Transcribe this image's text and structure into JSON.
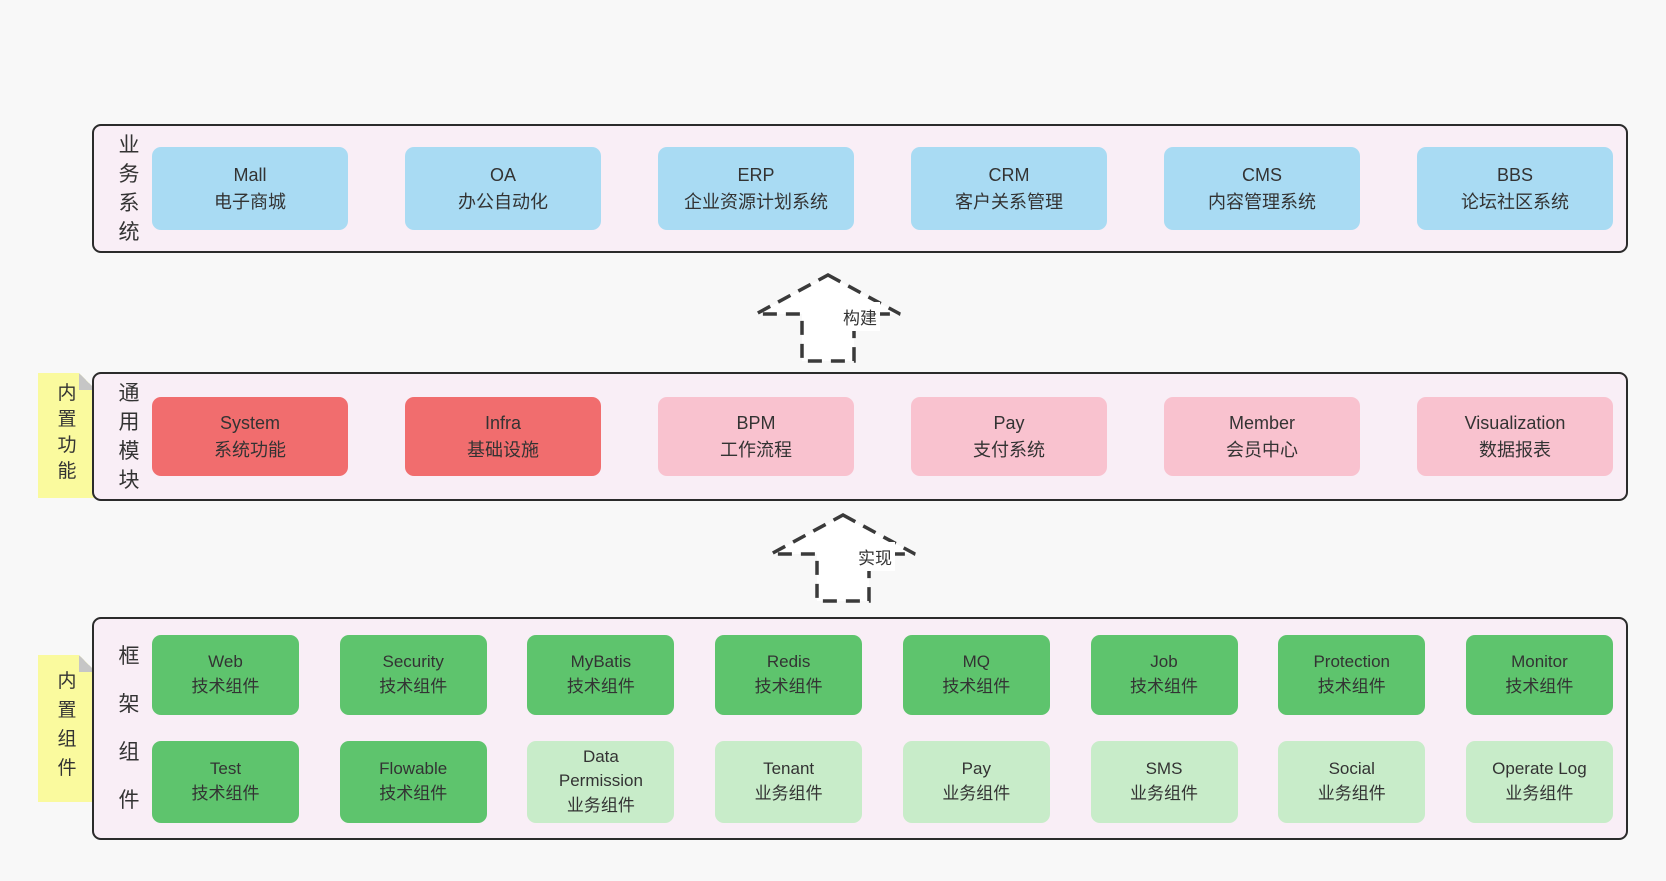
{
  "colors": {
    "page_bg": "#f8f8f8",
    "layer_bg": "#f9eef6",
    "layer_border": "#2b2b2b",
    "blue": "#a9dbf3",
    "red": "#f16d6e",
    "pink": "#f9c2cf",
    "green": "#5ec46d",
    "green_light": "#c8ecc9",
    "sticky_yellow": "#fafa9e",
    "sticky_fold": "#c6c6c6",
    "text": "#333333"
  },
  "arrows": [
    {
      "id": "build",
      "label": "构建"
    },
    {
      "id": "implement",
      "label": "实现"
    }
  ],
  "layers": [
    {
      "id": "business",
      "label": "业务系统",
      "sticky": null,
      "rows": [
        [
          {
            "name": "Mall",
            "desc": "电子商城",
            "variant": "blue"
          },
          {
            "name": "OA",
            "desc": "办公自动化",
            "variant": "blue"
          },
          {
            "name": "ERP",
            "desc": "企业资源计划系统",
            "variant": "blue"
          },
          {
            "name": "CRM",
            "desc": "客户关系管理",
            "variant": "blue"
          },
          {
            "name": "CMS",
            "desc": "内容管理系统",
            "variant": "blue"
          },
          {
            "name": "BBS",
            "desc": "论坛社区系统",
            "variant": "blue"
          }
        ]
      ]
    },
    {
      "id": "modules",
      "label": "通用模块",
      "sticky": "内置功能",
      "rows": [
        [
          {
            "name": "System",
            "desc": "系统功能",
            "variant": "red"
          },
          {
            "name": "Infra",
            "desc": "基础设施",
            "variant": "red"
          },
          {
            "name": "BPM",
            "desc": "工作流程",
            "variant": "pink"
          },
          {
            "name": "Pay",
            "desc": "支付系统",
            "variant": "pink"
          },
          {
            "name": "Member",
            "desc": "会员中心",
            "variant": "pink"
          },
          {
            "name": "Visualization",
            "desc": "数据报表",
            "variant": "pink"
          }
        ]
      ]
    },
    {
      "id": "components",
      "label": "框架组件",
      "sticky": "内置组件",
      "rows": [
        [
          {
            "name": "Web",
            "desc": "技术组件",
            "variant": "green"
          },
          {
            "name": "Security",
            "desc": "技术组件",
            "variant": "green"
          },
          {
            "name": "MyBatis",
            "desc": "技术组件",
            "variant": "green"
          },
          {
            "name": "Redis",
            "desc": "技术组件",
            "variant": "green"
          },
          {
            "name": "MQ",
            "desc": "技术组件",
            "variant": "green"
          },
          {
            "name": "Job",
            "desc": "技术组件",
            "variant": "green"
          },
          {
            "name": "Protection",
            "desc": "技术组件",
            "variant": "green"
          },
          {
            "name": "Monitor",
            "desc": "技术组件",
            "variant": "green"
          }
        ],
        [
          {
            "name": "Test",
            "desc": "技术组件",
            "variant": "green"
          },
          {
            "name": "Flowable",
            "desc": "技术组件",
            "variant": "green"
          },
          {
            "name": "Data Permission",
            "desc": "业务组件",
            "variant": "green-light"
          },
          {
            "name": "Tenant",
            "desc": "业务组件",
            "variant": "green-light"
          },
          {
            "name": "Pay",
            "desc": "业务组件",
            "variant": "green-light"
          },
          {
            "name": "SMS",
            "desc": "业务组件",
            "variant": "green-light"
          },
          {
            "name": "Social",
            "desc": "业务组件",
            "variant": "green-light"
          },
          {
            "name": "Operate Log",
            "desc": "业务组件",
            "variant": "green-light"
          }
        ]
      ]
    }
  ]
}
